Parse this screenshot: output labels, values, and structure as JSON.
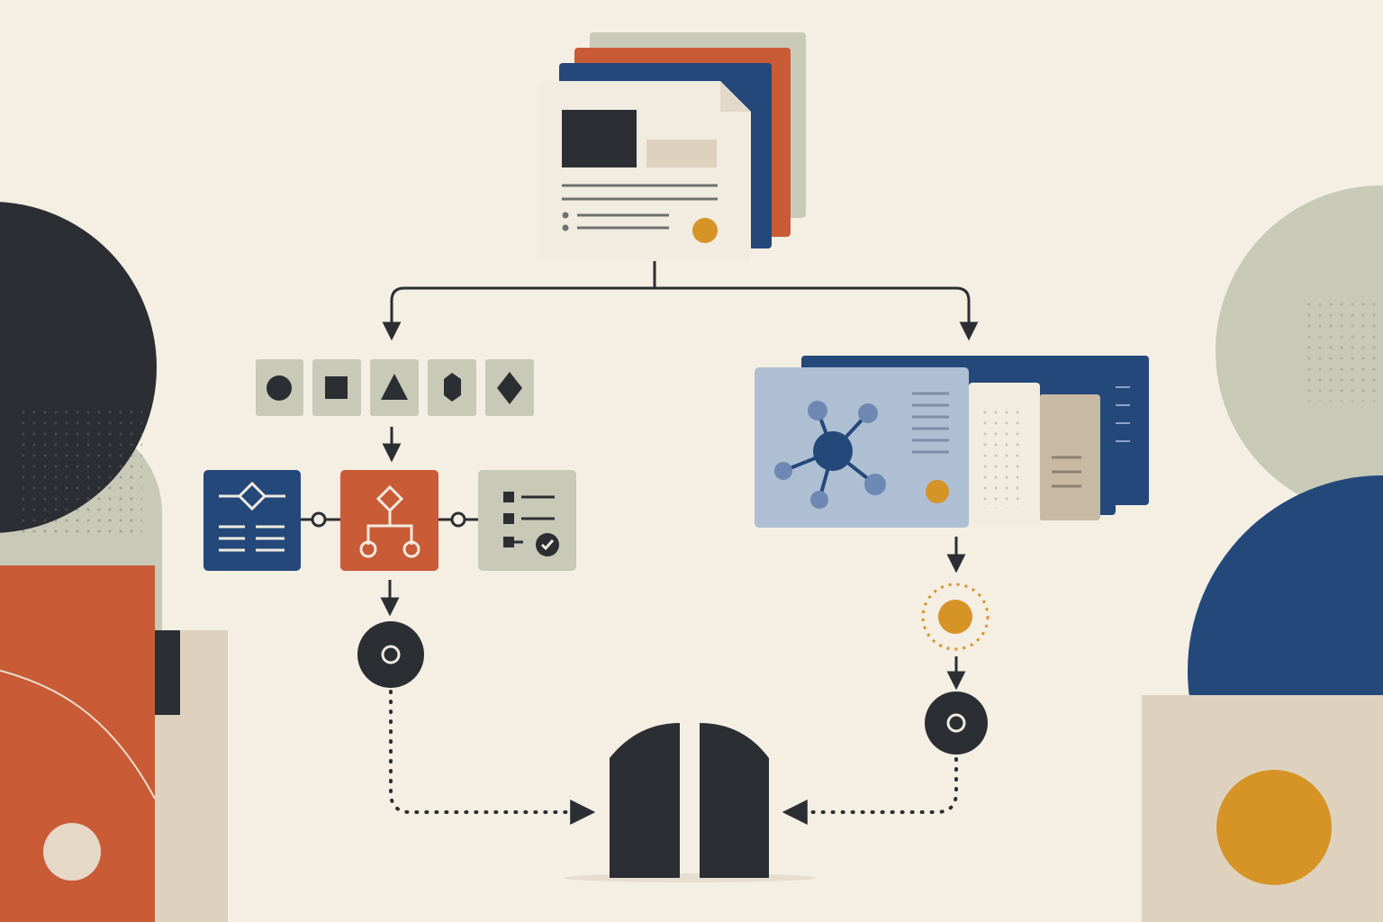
{
  "palette": {
    "background": "#f4eee3",
    "paper": "#f1ebe0",
    "charcoal": "#2b2e32",
    "navy": "#24487a",
    "rust": "#c95b37",
    "sage": "#c8c9b7",
    "sand": "#ded2be",
    "mustard": "#d69326",
    "slate": "#aebfd4"
  },
  "icons": {
    "source_document": "document-stack-icon",
    "shape_tiles": [
      "circle-icon",
      "square-icon",
      "triangle-icon",
      "hexagon-icon",
      "diamond-icon"
    ],
    "process_cards": [
      "decision-diagram-icon",
      "branching-flow-icon",
      "checklist-icon"
    ],
    "network_card": "network-graph-icon",
    "left_node": "target-node-icon",
    "middle_right_node": "glowing-node-icon",
    "right_node": "target-node-icon",
    "destination": "gate-icon"
  },
  "flow": {
    "branches": [
      "left-branch",
      "right-branch"
    ],
    "left_steps": [
      "shape-selection",
      "process-modeling",
      "node"
    ],
    "right_steps": [
      "network-analysis",
      "glowing-node",
      "node"
    ],
    "merge_target": "gate"
  }
}
